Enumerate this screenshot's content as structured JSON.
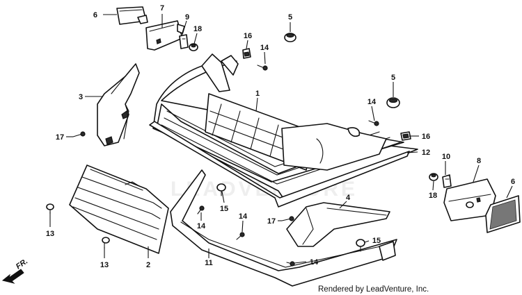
{
  "watermark": "LEADVENTURE",
  "credit": "Rendered by LeadVenture, Inc.",
  "direction_label": "FR.",
  "callouts": {
    "c1": "1",
    "c2": "2",
    "c3": "3",
    "c4": "4",
    "c5a": "5",
    "c5b": "5",
    "c6a": "6",
    "c6b": "6",
    "c7": "7",
    "c8": "8",
    "c9": "9",
    "c10": "10",
    "c11": "11",
    "c12": "12",
    "c13a": "13",
    "c13b": "13",
    "c14a": "14",
    "c14b": "14",
    "c14c": "14",
    "c14d": "14",
    "c14e": "14",
    "c15a": "15",
    "c15b": "15",
    "c16a": "16",
    "c16b": "16",
    "c17a": "17",
    "c17b": "17",
    "c18a": "18",
    "c18b": "18"
  }
}
